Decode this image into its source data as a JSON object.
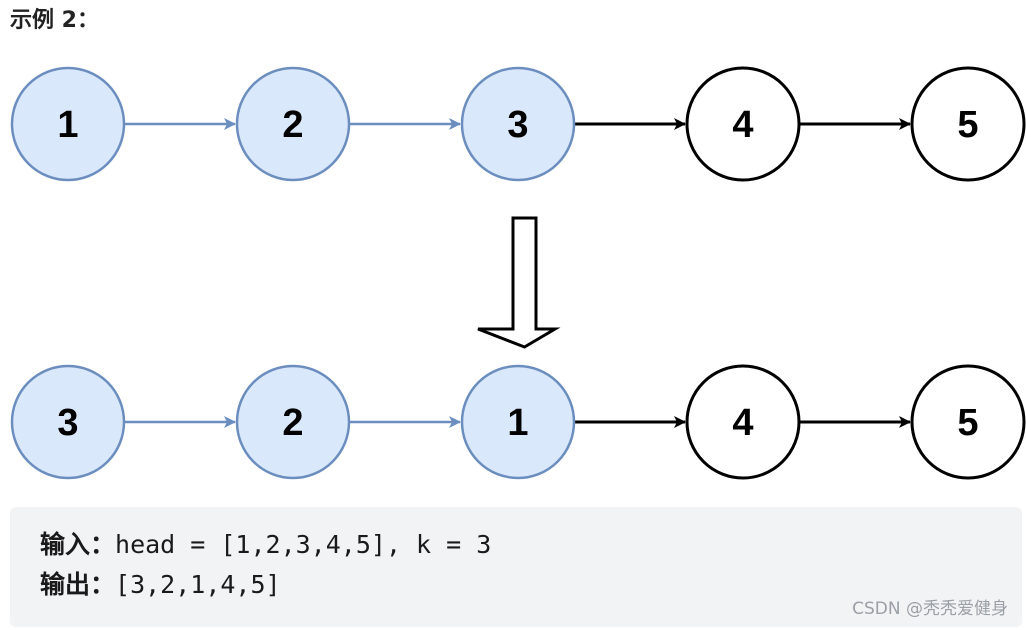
{
  "title": "示例 2：",
  "colors": {
    "highlight_fill": "#dae8fc",
    "highlight_stroke": "#6c8ebf",
    "normal_fill": "#ffffff",
    "normal_stroke": "#000000",
    "code_bg": "#f2f3f5"
  },
  "diagram": {
    "before": [
      {
        "label": "1",
        "highlight": true
      },
      {
        "label": "2",
        "highlight": true
      },
      {
        "label": "3",
        "highlight": true
      },
      {
        "label": "4",
        "highlight": false
      },
      {
        "label": "5",
        "highlight": false
      }
    ],
    "after": [
      {
        "label": "3",
        "highlight": true
      },
      {
        "label": "2",
        "highlight": true
      },
      {
        "label": "1",
        "highlight": true
      },
      {
        "label": "4",
        "highlight": false
      },
      {
        "label": "5",
        "highlight": false
      }
    ]
  },
  "example": {
    "input_label": "输入：",
    "input_value": "head = [1,2,3,4,5], k = 3",
    "output_label": "输出：",
    "output_value": "[3,2,1,4,5]"
  },
  "watermark": "CSDN @秃秃爱健身"
}
